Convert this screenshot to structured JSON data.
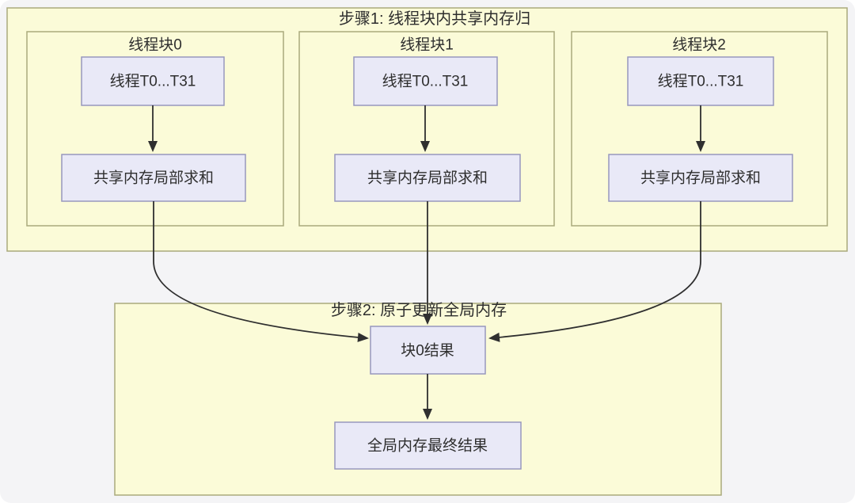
{
  "colors": {
    "canvas_bg": "#f4f4f6",
    "group_fill": "#fbfbd8",
    "group_border": "#aaaa7c",
    "node_fill": "#e9e9f7",
    "node_border": "#9797bd",
    "arrow": "#2f2f2f",
    "text": "#2e2e2e"
  },
  "step1": {
    "title": "步骤1: 线程块内共享内存归",
    "blocks": [
      {
        "title": "线程块0",
        "threads_label": "线程T0...T31",
        "sum_label": "共享内存局部求和"
      },
      {
        "title": "线程块1",
        "threads_label": "线程T0...T31",
        "sum_label": "共享内存局部求和"
      },
      {
        "title": "线程块2",
        "threads_label": "线程T0...T31",
        "sum_label": "共享内存局部求和"
      }
    ]
  },
  "step2": {
    "title": "步骤2: 原子更新全局内存",
    "block_result_label": "块0结果",
    "final_result_label": "全局内存最终结果"
  }
}
